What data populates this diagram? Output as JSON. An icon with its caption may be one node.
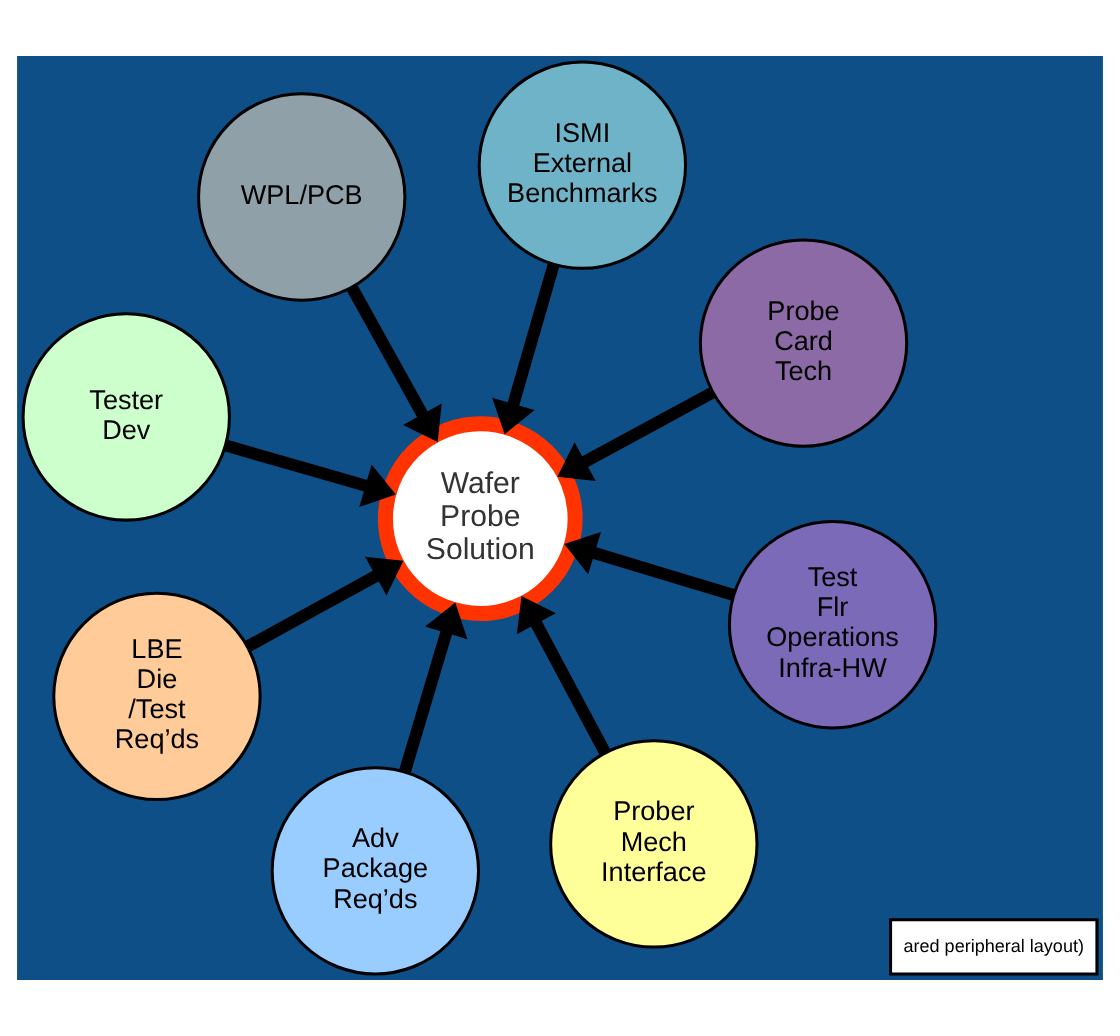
{
  "diagram": {
    "nodes": [
      {
        "text": [
          "Tester Dev"
        ]
      },
      {
        "text": [
          "Probe Card Tech"
        ]
      },
      {
        "text": [
          "Prober Mech Interface"
        ]
      },
      {
        "text": [
          "ISMI External Benchmarks"
        ]
      },
      {
        "text": [
          "Wafer Probe Solution"
        ]
      },
      {
        "text": [
          "WPL/PCB"
        ]
      },
      {
        "text": [
          "LBE Die /Test Req’ds"
        ]
      },
      {
        "text": [
          "Test Flr Operations Infra-HW"
        ]
      },
      {
        "text": [
          "Adv Package Req’ds"
        ]
      }
    ],
    "edges": [
      {
        "from": 0,
        "to": 4,
        "arrow": "to"
      },
      {
        "from": 1,
        "to": 4,
        "arrow": "to"
      },
      {
        "from": 2,
        "to": 4,
        "arrow": "to"
      },
      {
        "from": 3,
        "to": 4,
        "arrow": "to"
      },
      {
        "from": 5,
        "to": 4,
        "arrow": "to"
      },
      {
        "from": 6,
        "to": 4,
        "arrow": "to"
      },
      {
        "from": 7,
        "to": 4,
        "arrow": "to"
      },
      {
        "from": 8,
        "to": 4,
        "arrow": "to"
      }
    ],
    "labels": [
      "ared peripheral layout)"
    ]
  }
}
